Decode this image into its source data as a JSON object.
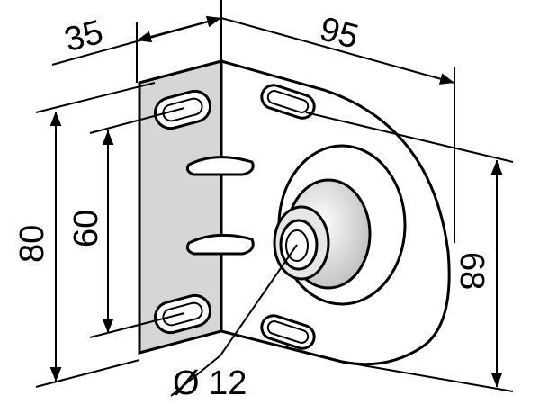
{
  "drawing": {
    "title": "Bracket dimension drawing",
    "dimensions": {
      "width_side": "35",
      "length_plate": "95",
      "height_total": "80",
      "hole_spacing": "60",
      "plate_height": "68",
      "shaft_diameter": "Ø 12"
    },
    "colors": {
      "line": "#000000",
      "side_plate_fill": "#d6d6d6",
      "background": "#ffffff"
    }
  }
}
